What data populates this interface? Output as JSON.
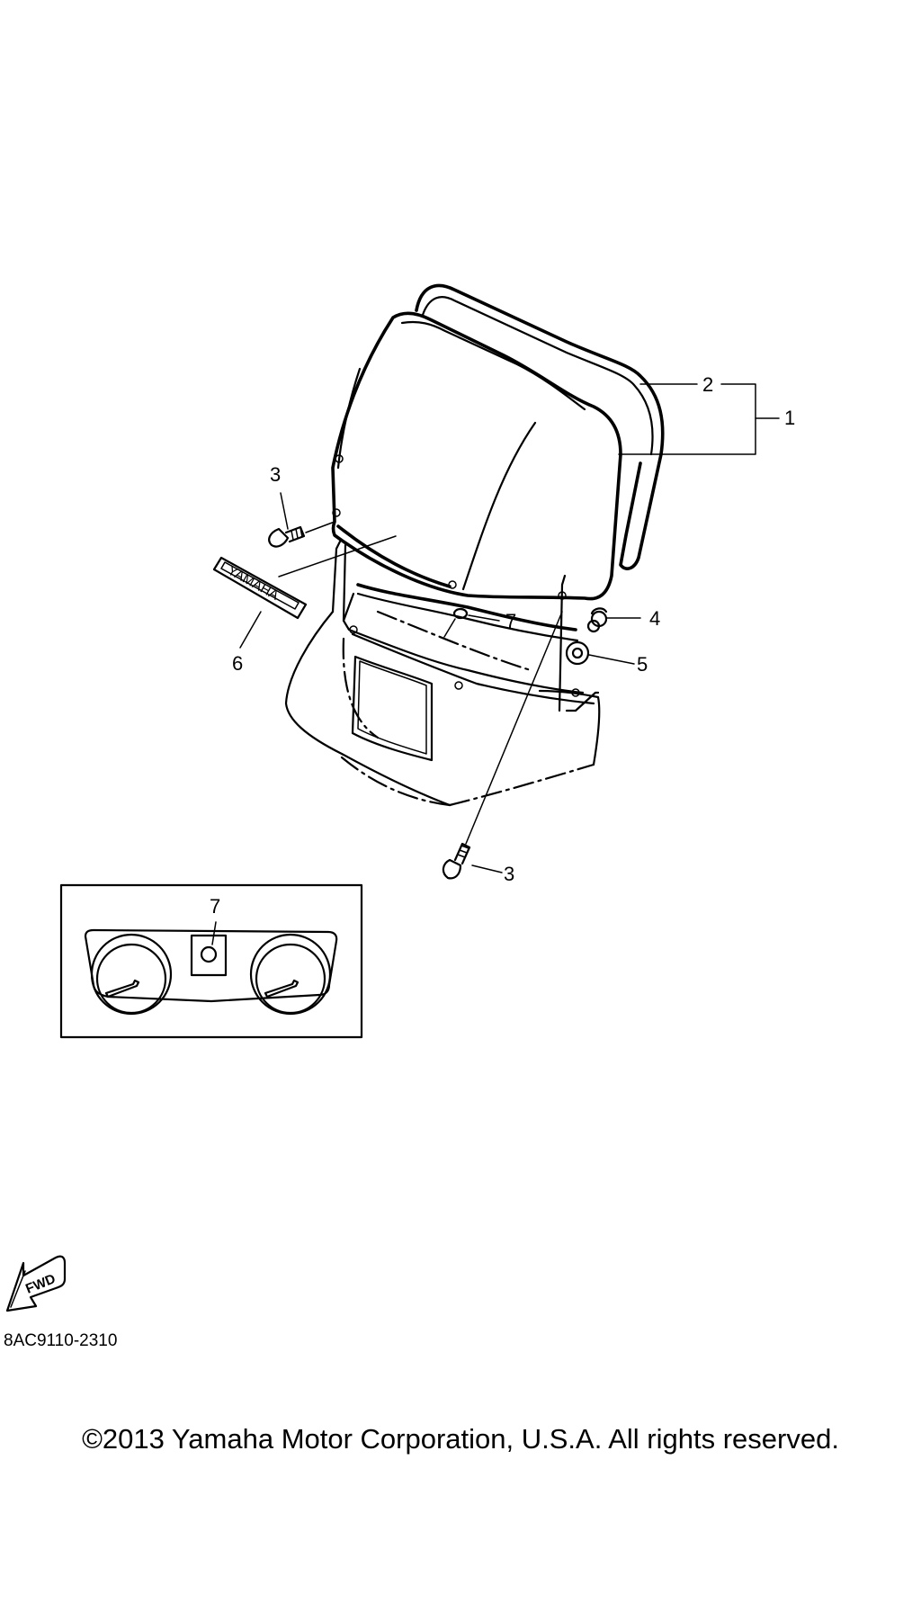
{
  "callouts": {
    "c1": "1",
    "c2": "2",
    "c3a": "3",
    "c3b": "3",
    "c4": "4",
    "c5": "5",
    "c6": "6",
    "c7a": "7",
    "c7b": "7"
  },
  "decal_text": "YAMAHA",
  "fwd_arrow_text": "FWD",
  "part_code": "8AC9110-2310",
  "copyright": "©2013 Yamaha Motor Corporation, U.S.A. All rights reserved."
}
